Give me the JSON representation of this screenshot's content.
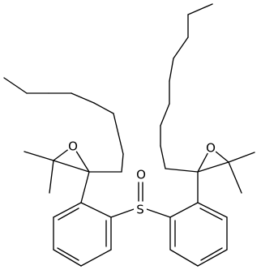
{
  "molecule": {
    "atom_labels": {
      "oxygen_left": "O",
      "oxygen_right": "O",
      "sulfur": "S",
      "sulfoxide_oxygen": "O"
    }
  },
  "colors": {
    "bond": "#000000",
    "background": "#ffffff"
  }
}
